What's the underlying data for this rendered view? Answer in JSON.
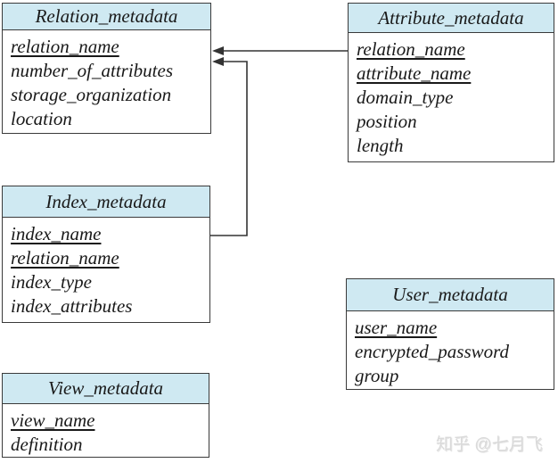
{
  "diagram": {
    "boxes": [
      {
        "title": "Relation_metadata",
        "fields": [
          {
            "text": "relation_name",
            "key": true
          },
          {
            "text": "number_of_attributes",
            "key": false
          },
          {
            "text": "storage_organization",
            "key": false
          },
          {
            "text": "location",
            "key": false
          }
        ]
      },
      {
        "title": "Attribute_metadata",
        "fields": [
          {
            "text": "relation_name",
            "key": true
          },
          {
            "text": "attribute_name",
            "key": true
          },
          {
            "text": "domain_type",
            "key": false
          },
          {
            "text": "position",
            "key": false
          },
          {
            "text": "length",
            "key": false
          }
        ]
      },
      {
        "title": "Index_metadata",
        "fields": [
          {
            "text": "index_name",
            "key": true
          },
          {
            "text": "relation_name",
            "key": true
          },
          {
            "text": "index_type",
            "key": false
          },
          {
            "text": "index_attributes",
            "key": false
          }
        ]
      },
      {
        "title": "User_metadata",
        "fields": [
          {
            "text": "user_name",
            "key": true
          },
          {
            "text": "encrypted_password",
            "key": false
          },
          {
            "text": "group",
            "key": false
          }
        ]
      },
      {
        "title": "View_metadata",
        "fields": [
          {
            "text": "view_name",
            "key": true
          },
          {
            "text": "definition",
            "key": false
          }
        ]
      }
    ],
    "connections": [
      {
        "from": "Attribute_metadata",
        "to": "Relation_metadata"
      },
      {
        "from": "Index_metadata",
        "to": "Relation_metadata"
      }
    ],
    "watermark": "知乎 @七月飞"
  },
  "colors": {
    "header_fill": "#cfe9f2",
    "border": "#3a3a3a",
    "line": "#333333",
    "text": "#191919",
    "watermark": "#dadada",
    "background": "#ffffff"
  }
}
